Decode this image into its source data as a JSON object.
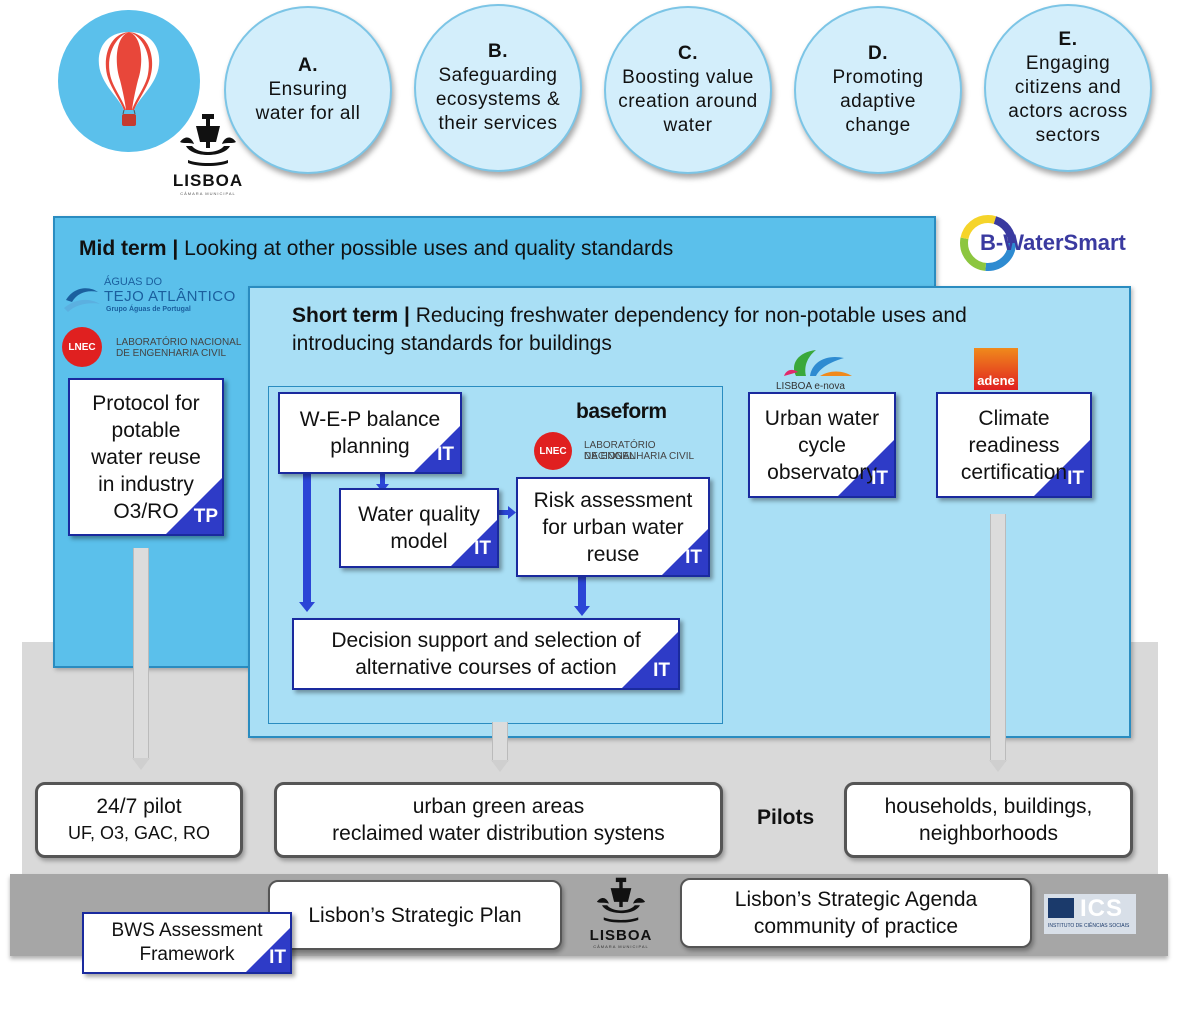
{
  "objectives": [
    {
      "letter": "A.",
      "text": [
        "Ensuring",
        "water for all"
      ]
    },
    {
      "letter": "B.",
      "text": [
        "Safeguarding",
        "ecosystems &",
        "their services"
      ]
    },
    {
      "letter": "C.",
      "text": [
        "Boosting value",
        "creation around",
        "water"
      ]
    },
    {
      "letter": "D.",
      "text": [
        "Promoting",
        "adaptive",
        "change"
      ]
    },
    {
      "letter": "E.",
      "text": [
        "Engaging",
        "citizens and",
        "actors across",
        "sectors"
      ]
    }
  ],
  "logos": {
    "lisboa": "LISBOA",
    "lisboa_sub": "CÂMARA MUNICIPAL",
    "bwatersmart": "B-WaterSmart",
    "aguas_top": "ÁGUAS DO",
    "aguas_main": "TEJO ATLÂNTICO",
    "aguas_sub": "Grupo Águas de Portugal",
    "lnec_mark": "LNEC",
    "lnec_text": [
      "LABORATÓRIO NACIONAL",
      "DE ENGENHARIA CIVIL"
    ],
    "baseform": "baseform",
    "lisboa_enova": "LISBOA e-nova",
    "adene": "adene",
    "ics_mark": "ICS",
    "ics_text": "INSTITUTO DE CIÊNCIAS SOCIAIS"
  },
  "mid_term": {
    "label": "Mid term |",
    "text": "Looking at other possible uses and quality standards"
  },
  "short_term": {
    "label": "Short term |",
    "text_line1": "Reducing freshwater dependency for non-potable uses and",
    "text_line2": "introducing standards for buildings"
  },
  "boxes": {
    "protocol": {
      "lines": [
        "Protocol for",
        "potable",
        "water reuse",
        "in industry",
        "O3/RO"
      ],
      "tag": "TP"
    },
    "wep": {
      "lines": [
        "W-E-P balance",
        "planning"
      ],
      "tag": "IT"
    },
    "wqm": {
      "lines": [
        "Water quality",
        "model"
      ],
      "tag": "IT"
    },
    "risk": {
      "lines": [
        "Risk assessment",
        "for urban water",
        "reuse"
      ],
      "tag": "IT"
    },
    "decision": {
      "lines": [
        "Decision support and selection of",
        "alternative courses of action"
      ],
      "tag": "IT"
    },
    "observatory": {
      "lines": [
        "Urban water",
        "cycle",
        "observatory"
      ],
      "tag": "IT"
    },
    "climate": {
      "lines": [
        "Climate",
        "readiness",
        "certification"
      ],
      "tag": "IT"
    },
    "bws": {
      "lines": [
        "BWS Assessment",
        "Framework"
      ],
      "tag": "IT"
    }
  },
  "pilots": {
    "label": "Pilots",
    "p1_line1": "24/7 pilot",
    "p1_line2": "UF, O3, GAC, RO",
    "p2_line1": "urban green areas",
    "p2_line2": "reclaimed water distribution systens",
    "p3_line1": "households, buildings,",
    "p3_line2": "neighborhoods"
  },
  "bottom": {
    "plan": "Lisbon’s Strategic Plan",
    "agenda_line1": "Lisbon’s Strategic Agenda",
    "agenda_line2": "community  of practice"
  },
  "colors": {
    "mid_panel": "#5bc0eb",
    "short_panel": "#a9dff5",
    "box_border": "#1a2a9e",
    "tag_triangle": "#2e3bc7",
    "arrow_blue": "#2b45d6",
    "pilot_band": "#d9d9d9",
    "bottom_band": "#a6a6a6"
  }
}
